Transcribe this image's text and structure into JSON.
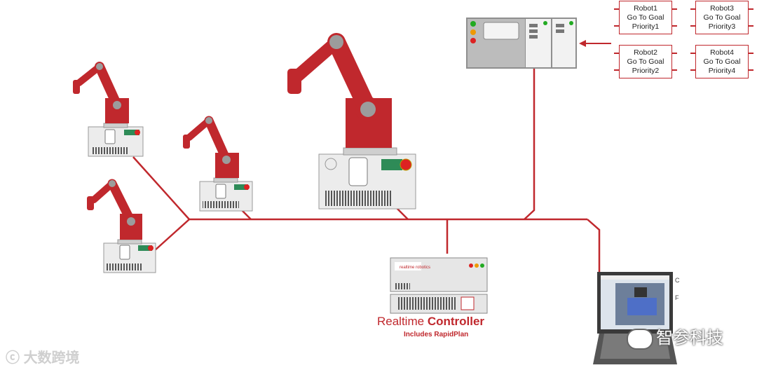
{
  "tasks": [
    {
      "id": "robot1",
      "lines": [
        "Robot1",
        "Go To Goal",
        "Priority1"
      ]
    },
    {
      "id": "robot3",
      "lines": [
        "Robot3",
        "Go To Goal",
        "Priority3"
      ]
    },
    {
      "id": "robot2",
      "lines": [
        "Robot2",
        "Go To Goal",
        "Priority2"
      ]
    },
    {
      "id": "robot4",
      "lines": [
        "Robot4",
        "Go To Goal",
        "Priority4"
      ]
    }
  ],
  "controller": {
    "title_light": "Realtime",
    "title_bold": "Controller",
    "subtitle": "Includes RapidPlan",
    "logo_text": "realtime robotics"
  },
  "watermarks": {
    "left": "大数跨境",
    "right": "智参科技"
  },
  "edge_text": [
    "C",
    "F"
  ],
  "colors": {
    "accent": "#c0282d",
    "robot": "#c0282d",
    "cabinet": "#ececec",
    "frame": "#8f8f8f"
  }
}
